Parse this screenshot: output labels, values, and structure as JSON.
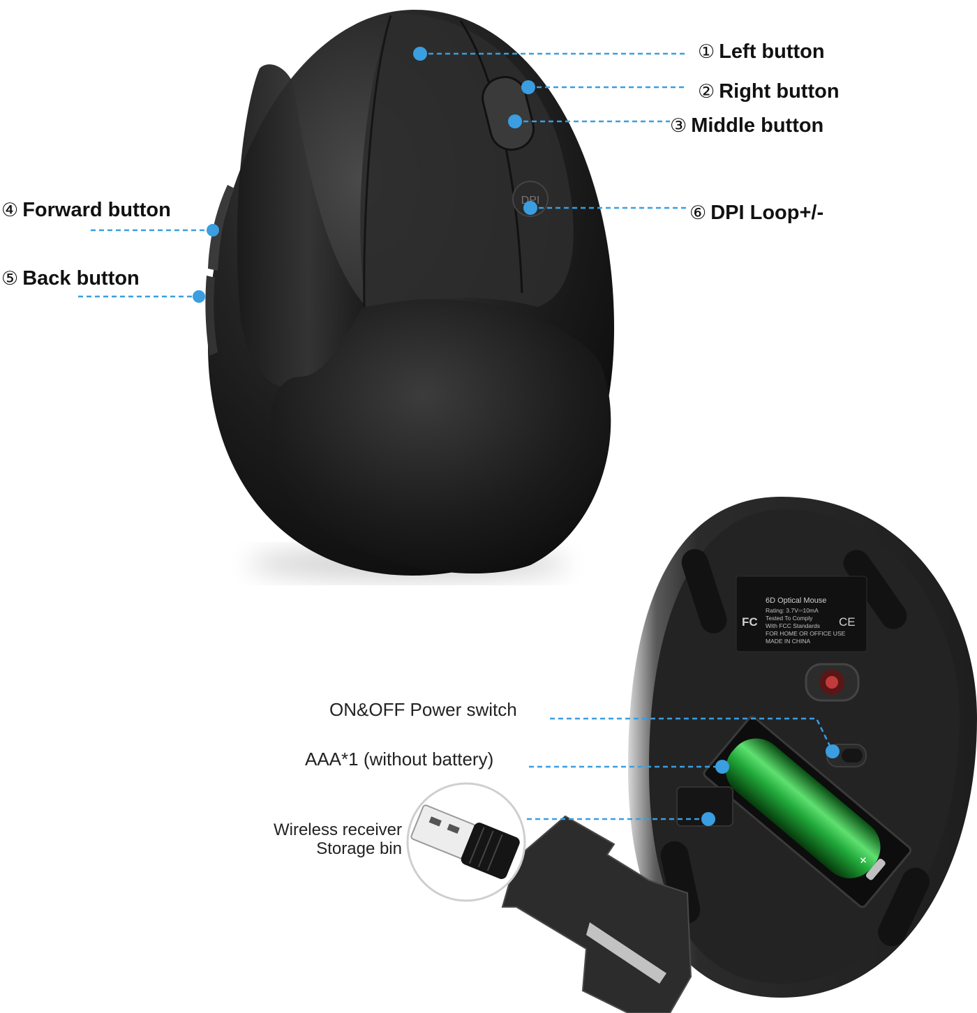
{
  "accent": "#3a9ee0",
  "top_labels": {
    "left_button": {
      "num": "①",
      "text": "Left button"
    },
    "right_button": {
      "num": "②",
      "text": "Right button"
    },
    "middle_button": {
      "num": "③",
      "text": "Middle button"
    },
    "forward_button": {
      "num": "④",
      "text": "Forward button"
    },
    "back_button": {
      "num": "⑤",
      "text": "Back button"
    },
    "dpi_loop": {
      "num": "⑥",
      "text": "DPI Loop+/-"
    }
  },
  "bottom_labels": {
    "power_switch": "ON&OFF Power switch",
    "battery": "AAA*1 (without battery)",
    "receiver_line1": "Wireless receiver",
    "receiver_line2": "Storage bin"
  },
  "dpi_button_text": "DPI",
  "product_label": {
    "title": "6D Optical Mouse",
    "rating": "Rating: 3.7V⎓10mA",
    "line3": "Tested To Comply",
    "line4": "With FCC Standards",
    "line5": "FOR HOME OR OFFICE USE",
    "line6": "MADE IN CHINA",
    "fcc": "FC",
    "ce": "CE"
  }
}
